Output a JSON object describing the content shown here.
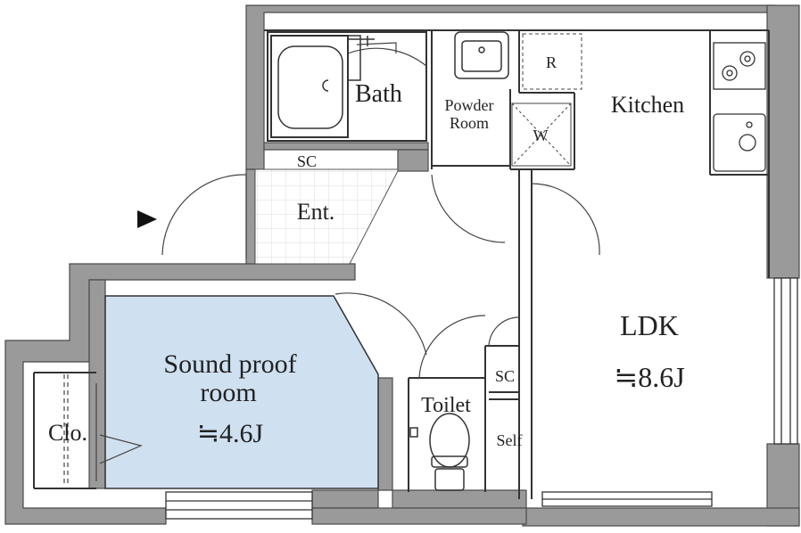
{
  "rooms": {
    "bath": "Bath",
    "powder_room": [
      "Powder",
      "Room"
    ],
    "kitchen": "Kitchen",
    "refrigerator": "R",
    "washer": "W",
    "shoe_cabinet": "SC",
    "entrance": "Ent.",
    "ldk": "LDK",
    "ldk_size": "≒8.6J",
    "sound_proof_room": [
      "Sound proof",
      "room"
    ],
    "sound_proof_size": "≒4.6J",
    "closet": "Clo.",
    "toilet": "Toilet",
    "storage_sc": "SC",
    "shelf": "Self"
  },
  "colors": {
    "wall": "#9a9a9a",
    "wall_outline": "#4a4a4a",
    "sound_proof_fill": "#cfe0f1",
    "tile_grid": "#dcdcdc"
  }
}
